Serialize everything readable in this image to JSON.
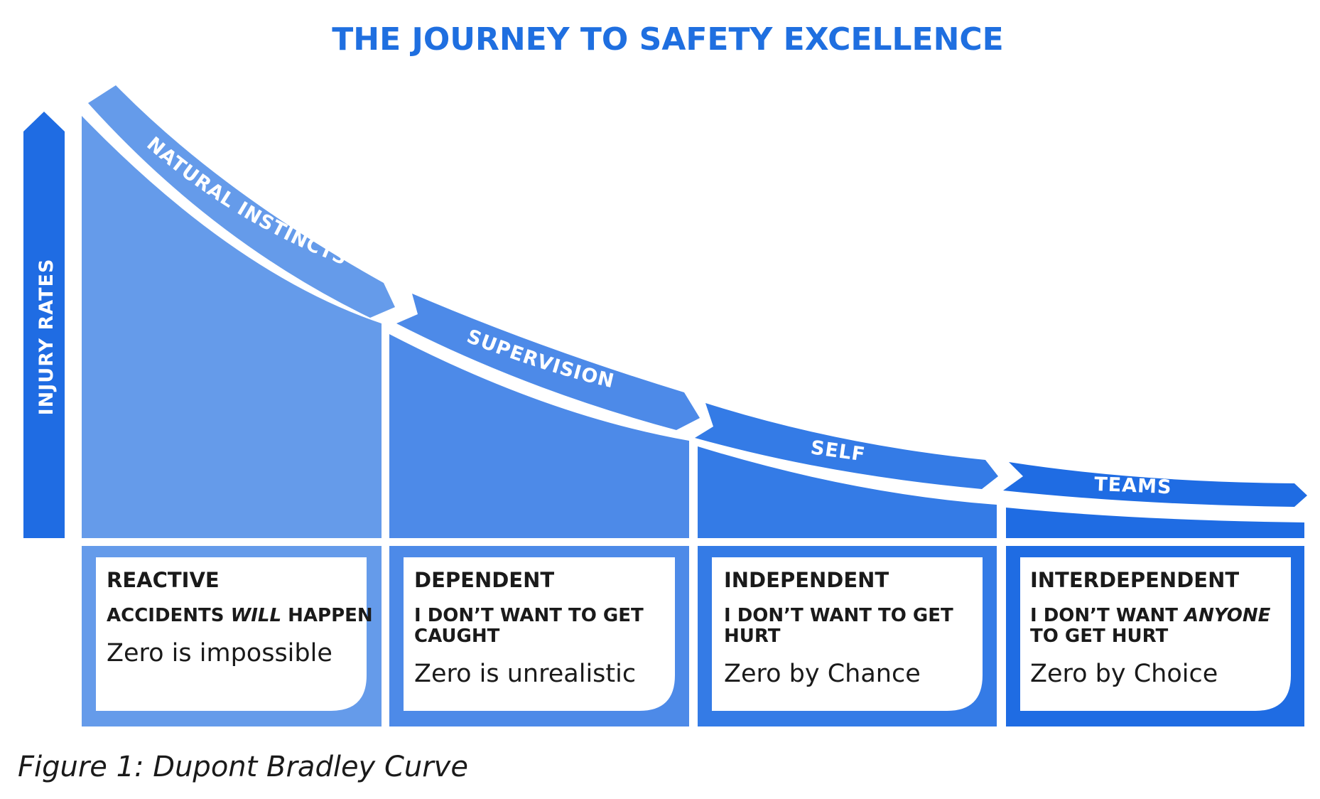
{
  "title": "THE JOURNEY TO SAFETY EXCELLENCE",
  "y_axis_label": "INJURY RATES",
  "curve_labels": [
    "NATURAL INSTINCTS",
    "SUPERVISION",
    "SELF",
    "TEAMS"
  ],
  "stages": [
    {
      "name": "REACTIVE",
      "quote_parts": [
        "ACCIDENTS ",
        "WILL",
        " HAPPEN"
      ],
      "quote_line2": "",
      "outcome": "Zero is impossible",
      "color": "#659bea"
    },
    {
      "name": "DEPENDENT",
      "quote_parts": [
        "I DON’T WANT TO GET",
        "",
        ""
      ],
      "quote_line2": "CAUGHT",
      "outcome": "Zero is unrealistic",
      "color": "#4d8ae8"
    },
    {
      "name": "INDEPENDENT",
      "quote_parts": [
        "I DON’T WANT TO GET",
        "",
        ""
      ],
      "quote_line2": "HURT",
      "outcome": "Zero by Chance",
      "color": "#347be6"
    },
    {
      "name": "INTERDEPENDENT",
      "quote_parts": [
        "I DON’T WANT ",
        "ANYONE",
        ""
      ],
      "quote_line2": "TO GET HURT",
      "outcome": "Zero by Choice",
      "color": "#1f6ce3"
    }
  ],
  "caption": "Figure 1: Dupont Bradley Curve",
  "colors": {
    "title": "#1f6fe0",
    "axis_arrow": "#1f6ce3",
    "text": "#1a1a1a"
  }
}
